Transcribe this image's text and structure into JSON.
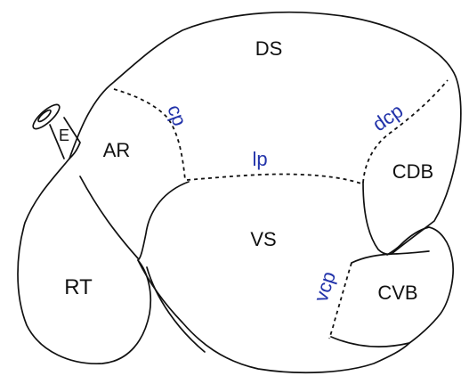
{
  "colors": {
    "outline": "#111111",
    "boundary_label": "#2233aa",
    "background": "#ffffff"
  },
  "regions": {
    "ds": "DS",
    "ar": "AR",
    "e": "E",
    "rt": "RT",
    "vs": "VS",
    "cdb": "CDB",
    "cvb": "CVB"
  },
  "boundaries": {
    "cp": "cp",
    "lp": "lp",
    "dcp": "dcp",
    "vcp": "vcp"
  }
}
